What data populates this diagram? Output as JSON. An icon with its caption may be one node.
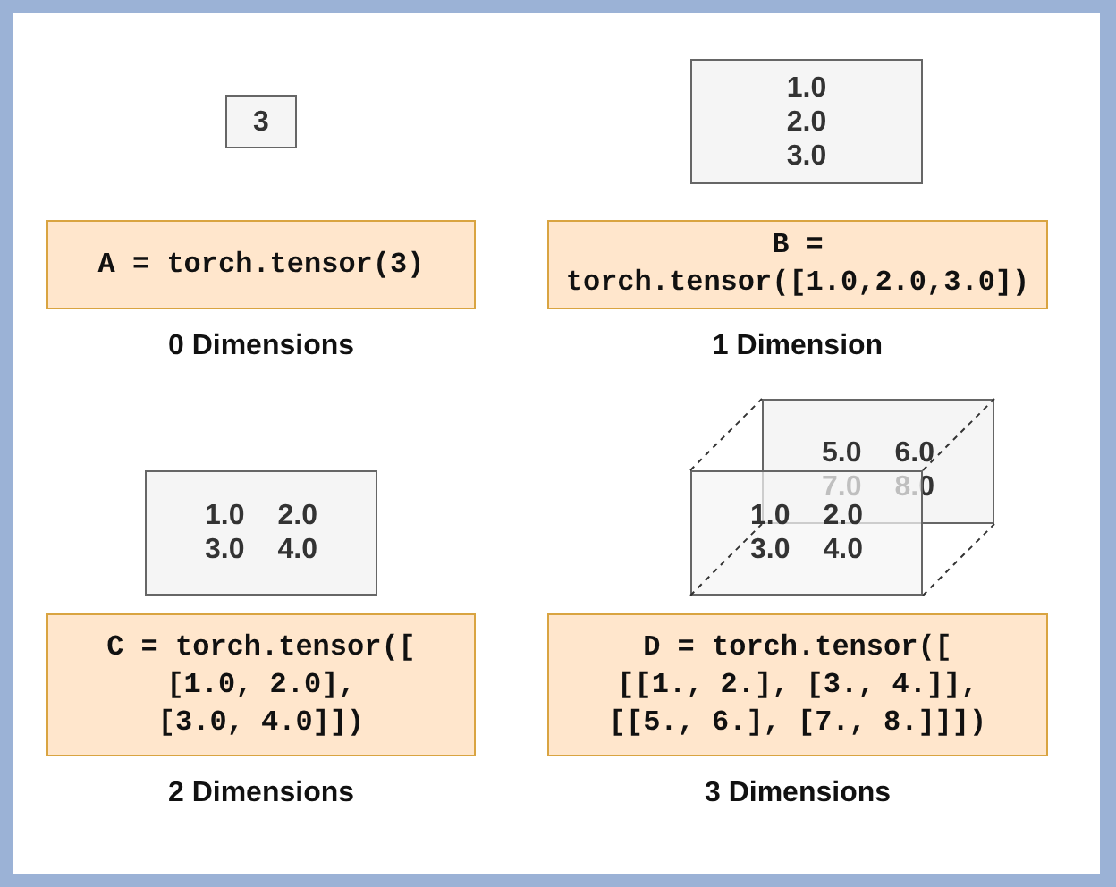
{
  "diagram": {
    "nodes": [
      {
        "text": [
          "3"
        ]
      },
      {
        "text": [
          "1.0",
          "2.0",
          "3.0"
        ]
      },
      {
        "text": [
          "A = torch.tensor(3)"
        ],
        "beside": [
          "0 Dimensions"
        ]
      },
      {
        "text": [
          "B = torch.tensor([1.0,2.0,3.0])"
        ],
        "beside": [
          "1 Dimension"
        ]
      },
      {
        "text": [
          "1.0 2.0",
          "3.0 4.0"
        ]
      },
      {
        "text": [
          "5.0 6.0",
          "7.0 8.0"
        ]
      },
      {
        "text": [
          "1.0 2.0",
          "3.0 4.0"
        ]
      },
      {
        "text": [
          "C = torch.tensor([",
          "[1.0, 2.0],",
          "[3.0, 4.0]])"
        ],
        "beside": [
          "2 Dimensions"
        ]
      },
      {
        "text": [
          "D = torch.tensor([",
          "[[1., 2.], [3., 4.]],",
          "[[5., 6.], [7., 8.]]])"
        ],
        "beside": [
          "3 Dimensions"
        ]
      }
    ],
    "edges": [
      {
        "from": 6,
        "to": 5,
        "arrow": "none",
        "style": "dashed"
      },
      {
        "from": 6,
        "to": 5,
        "arrow": "none",
        "style": "dashed"
      },
      {
        "from": 6,
        "to": 5,
        "arrow": "none",
        "style": "dashed"
      },
      {
        "from": 6,
        "to": 5,
        "arrow": "none",
        "style": "dashed"
      }
    ]
  }
}
